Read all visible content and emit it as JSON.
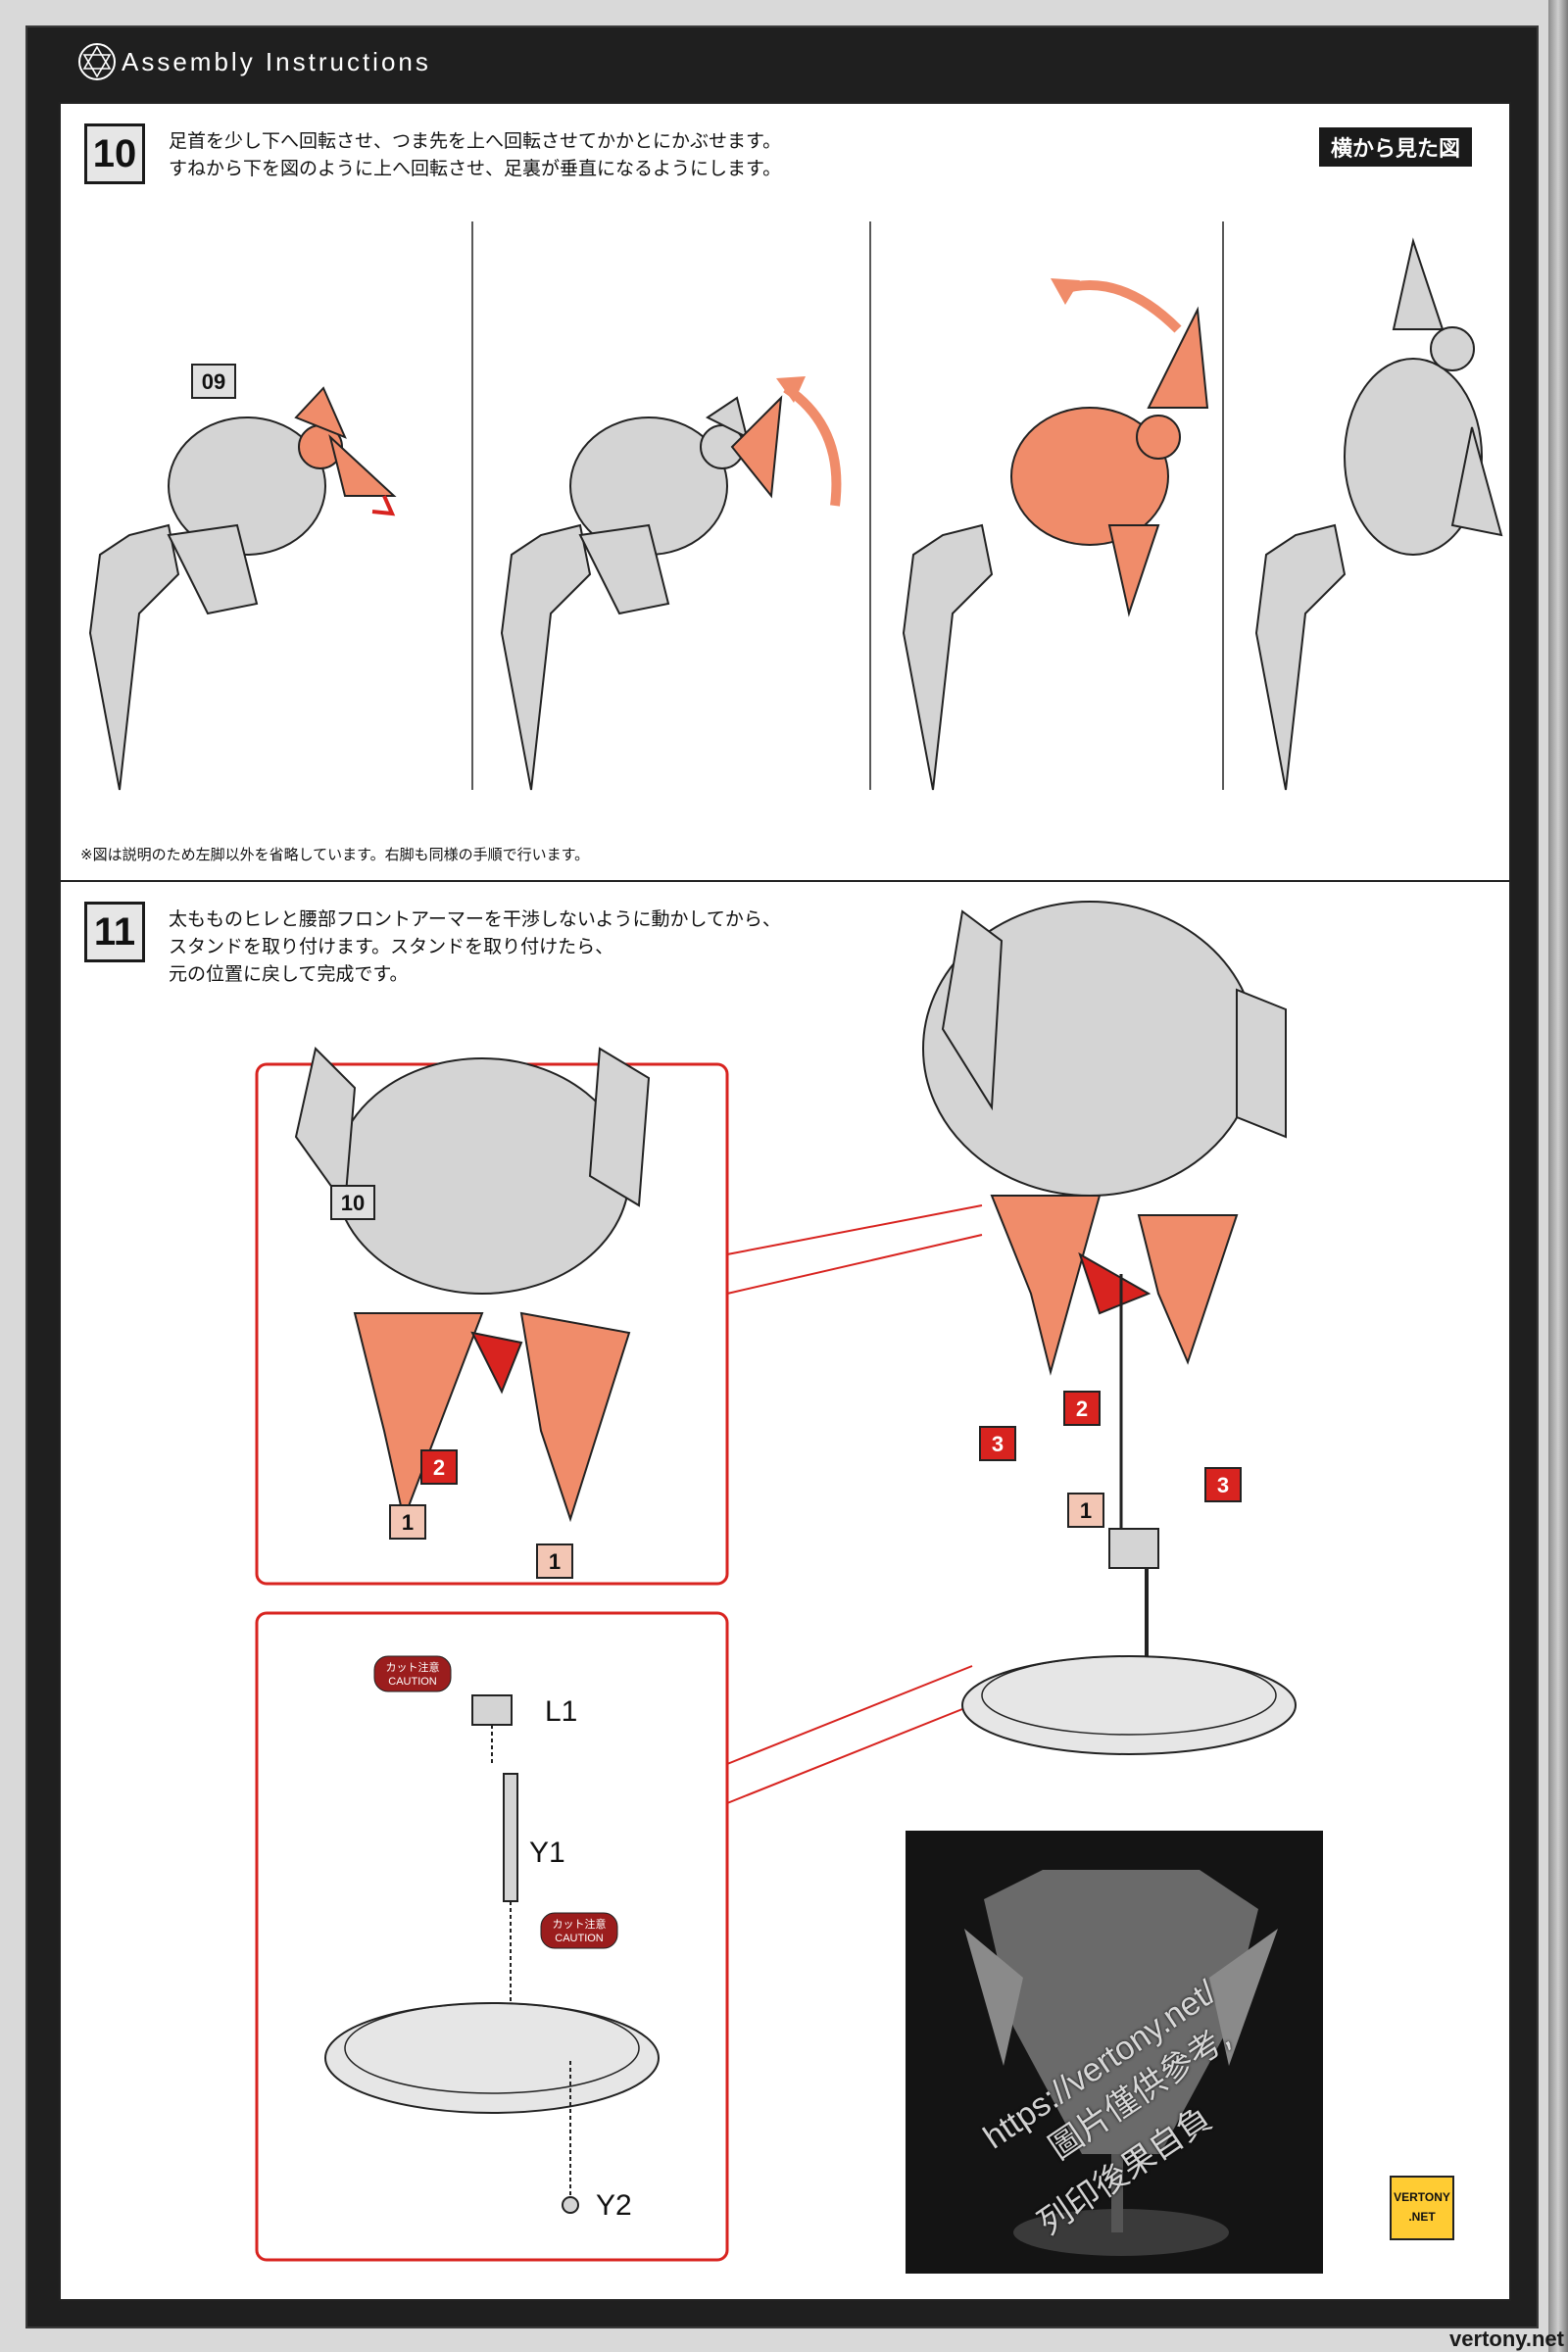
{
  "header": {
    "title": "Assembly Instructions"
  },
  "step10": {
    "number": "10",
    "instruction_line1": "足首を少し下へ回転させ、つま先を上へ回転させてかかとにかぶせます。",
    "instruction_line2": "すねから下を図のように上へ回転させ、足裏が垂直になるようにします。",
    "view_badge": "横から見た図",
    "ref_tag": "09",
    "note": "※図は説明のため左脚以外を省略しています。右脚も同様の手順で行います。"
  },
  "step11": {
    "number": "11",
    "instruction_line1": "太もものヒレと腰部フロントアーマーを干渉しないように動かしてから、",
    "instruction_line2": "スタンドを取り付けます。スタンドを取り付けたら、",
    "instruction_line3": "元の位置に戻して完成です。",
    "ref_tag": "10",
    "step_tags": {
      "one": "1",
      "two": "2",
      "three": "3"
    },
    "parts": {
      "l1": "L1",
      "y1": "Y1",
      "y2": "Y2"
    },
    "caution_jp": "カット注意",
    "caution_en": "CAUTION"
  },
  "photo": {
    "watermark_url": "https://vertony.net/",
    "watermark_cn_line1": "圖片僅供參考,",
    "watermark_cn_line2": "列印後果自負"
  },
  "brand_badge": {
    "line1": "VERTONY",
    "line2": ".NET"
  },
  "footer": {
    "site": "vertony.net"
  },
  "colors": {
    "accent_orange": "#f08c6a",
    "accent_red": "#d8231f",
    "frame_dark": "#1f1f1f",
    "part_gray": "#d4d4d4"
  }
}
